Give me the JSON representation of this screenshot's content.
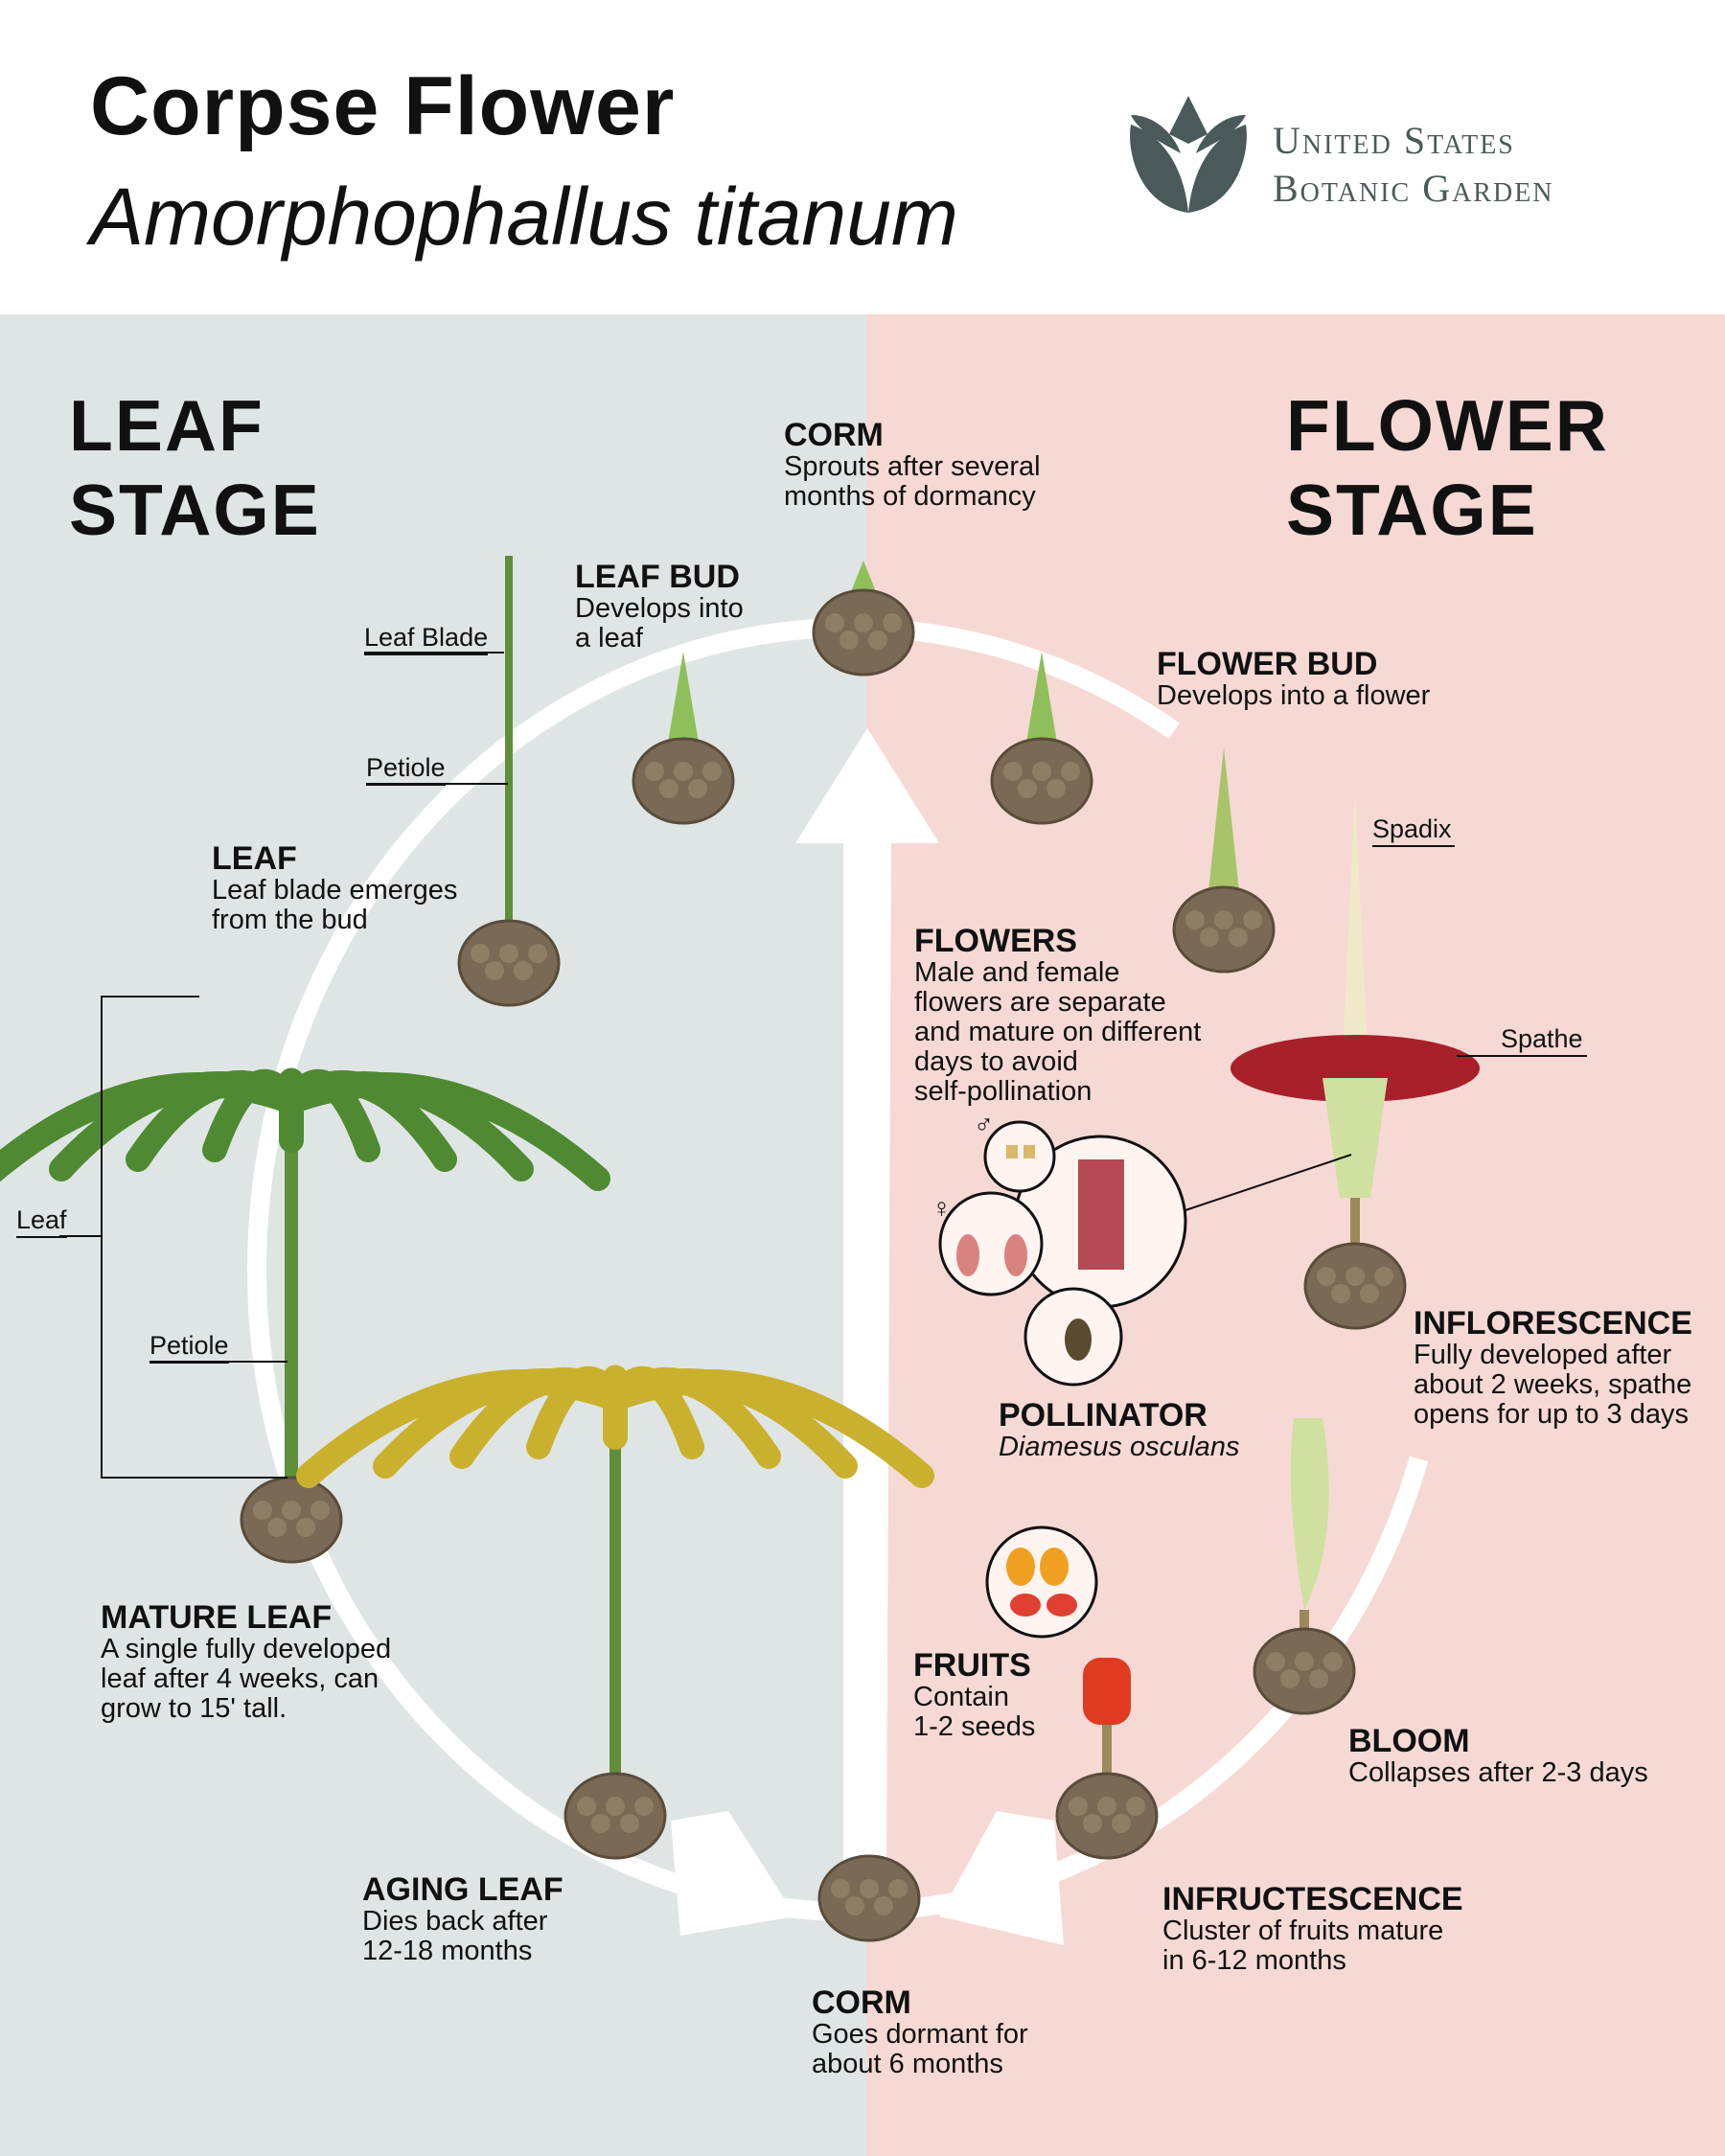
{
  "header": {
    "title": "Corpse Flower",
    "scientific_name": "Amorphophallus titanum",
    "logo": {
      "line1": "United States",
      "line2": "Botanic Garden"
    }
  },
  "stages": {
    "leaf": [
      "LEAF",
      "STAGE"
    ],
    "flower": [
      "FLOWER",
      "STAGE"
    ]
  },
  "steps": {
    "corm_top": {
      "title": "CORM",
      "desc": [
        "Sprouts after several",
        "months of dormancy"
      ]
    },
    "leaf_bud": {
      "title": "LEAF BUD",
      "desc": [
        "Develops into",
        "a leaf"
      ]
    },
    "leaf": {
      "title": "LEAF",
      "desc": [
        "Leaf blade emerges",
        "from the bud"
      ]
    },
    "mature_leaf": {
      "title": "MATURE LEAF",
      "desc": [
        "A single fully developed",
        "leaf after 4 weeks, can",
        "grow to 15' tall."
      ]
    },
    "aging_leaf": {
      "title": "AGING LEAF",
      "desc": [
        "Dies back after",
        "12-18 months"
      ]
    },
    "corm_bottom": {
      "title": "CORM",
      "desc": [
        "Goes dormant for",
        "about 6 months"
      ]
    },
    "flower_bud": {
      "title": "FLOWER BUD",
      "desc": [
        "Develops into a flower"
      ]
    },
    "flowers": {
      "title": "FLOWERS",
      "desc": [
        "Male and female",
        "flowers are separate",
        "and mature on different",
        "days to avoid",
        "self-pollination"
      ]
    },
    "inflorescence": {
      "title": "INFLORESCENCE",
      "desc": [
        "Fully developed after",
        "about 2 weeks, spathe",
        "opens for up to 3 days"
      ]
    },
    "pollinator": {
      "title": "POLLINATOR",
      "desc": "Diamesus osculans"
    },
    "bloom": {
      "title": "BLOOM",
      "desc": [
        "Collapses after 2-3 days"
      ]
    },
    "fruits": {
      "title": "FRUITS",
      "desc": [
        "Contain",
        "1-2 seeds"
      ]
    },
    "infructescence": {
      "title": "INFRUCTESCENCE",
      "desc": [
        "Cluster of fruits mature",
        "in 6-12 months"
      ]
    }
  },
  "labels": {
    "leaf_blade": "Leaf Blade",
    "petiole": "Petiole",
    "leaf": "Leaf",
    "petiole2": "Petiole",
    "spadix": "Spadix",
    "spathe": "Spathe",
    "male": "♂",
    "female": "♀"
  },
  "colors": {
    "leaf_bg": "#dfe5e5",
    "flower_bg": "#f6d9d4",
    "logo": "#4a5a5a",
    "corm": "#7a6a55",
    "leaf_green": "#5f8f3a",
    "spathe": "#a8202a"
  }
}
